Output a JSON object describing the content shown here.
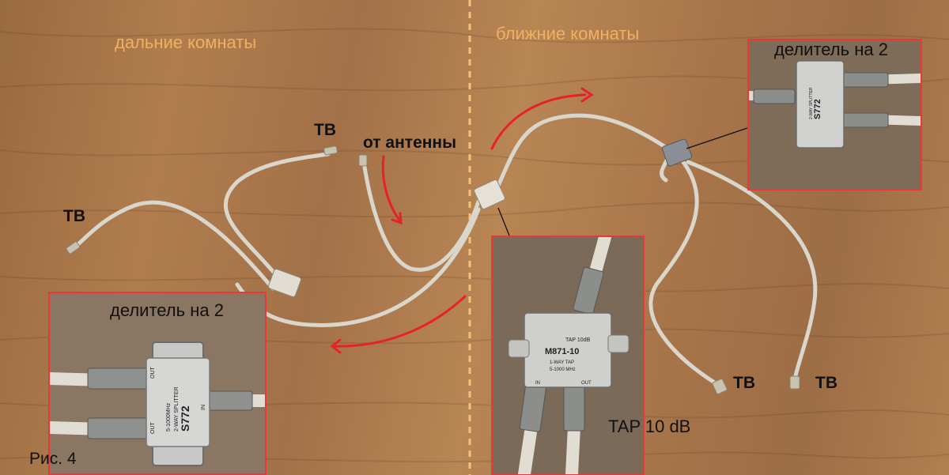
{
  "labels": {
    "far_rooms": "дальние комнаты",
    "near_rooms": "ближние комнаты",
    "from_antenna": "от антенны",
    "tv_1": "ТВ",
    "tv_2": "ТВ",
    "tv_3": "ТВ",
    "tv_4": "ТВ",
    "splitter_left": "делитель на 2",
    "splitter_right": "делитель на 2",
    "tap": "TAP 10 dB",
    "figure": "Рис. 4"
  },
  "device_markings": {
    "splitter_model": "S772",
    "splitter_desc": "2-WAY SPLITTER",
    "splitter_freq": "5-1000MHz",
    "port_in": "IN",
    "port_out": "OUT",
    "tap_header": "TAP  10dB",
    "tap_model": "M871-10",
    "tap_desc": "1-WAY TAP",
    "tap_freq": "5-1000 MHz"
  },
  "colors": {
    "arrow": "#e8202a",
    "inset_border": "#e8383a",
    "zone_text": "#f0b060",
    "divider": "#f5c27a",
    "cable": "#d9d6cc"
  }
}
